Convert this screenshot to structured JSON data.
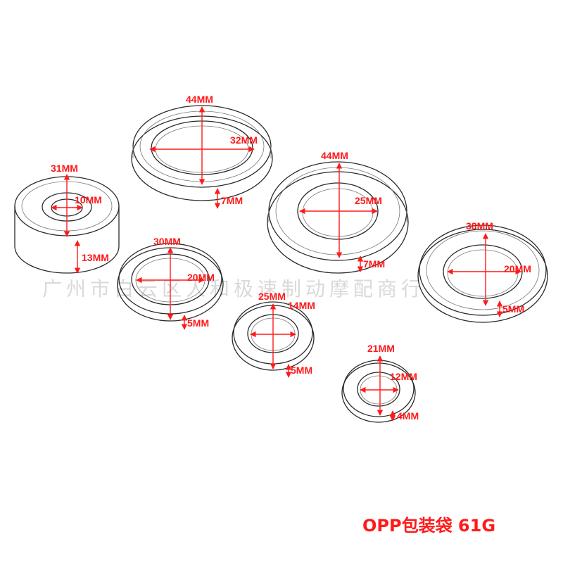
{
  "watermark": "广州市白云区人和极速制动摩配商行",
  "footer": "OPP包装袋  61G",
  "accent_color": "#ff1a1a",
  "seals": [
    {
      "outer": "44MM",
      "inner": "32MM",
      "thickness": "7MM"
    },
    {
      "outer": "31MM",
      "inner": "10MM",
      "thickness": "13MM"
    },
    {
      "outer": "44MM",
      "inner": "25MM",
      "thickness": "7MM"
    },
    {
      "outer": "30MM",
      "inner": "20MM",
      "thickness": "5MM"
    },
    {
      "outer": "38MM",
      "inner": "20MM",
      "thickness": "5MM"
    },
    {
      "outer": "25MM",
      "inner": "14MM",
      "thickness": "5MM"
    },
    {
      "outer": "21MM",
      "inner": "12MM",
      "thickness": "4MM"
    }
  ]
}
